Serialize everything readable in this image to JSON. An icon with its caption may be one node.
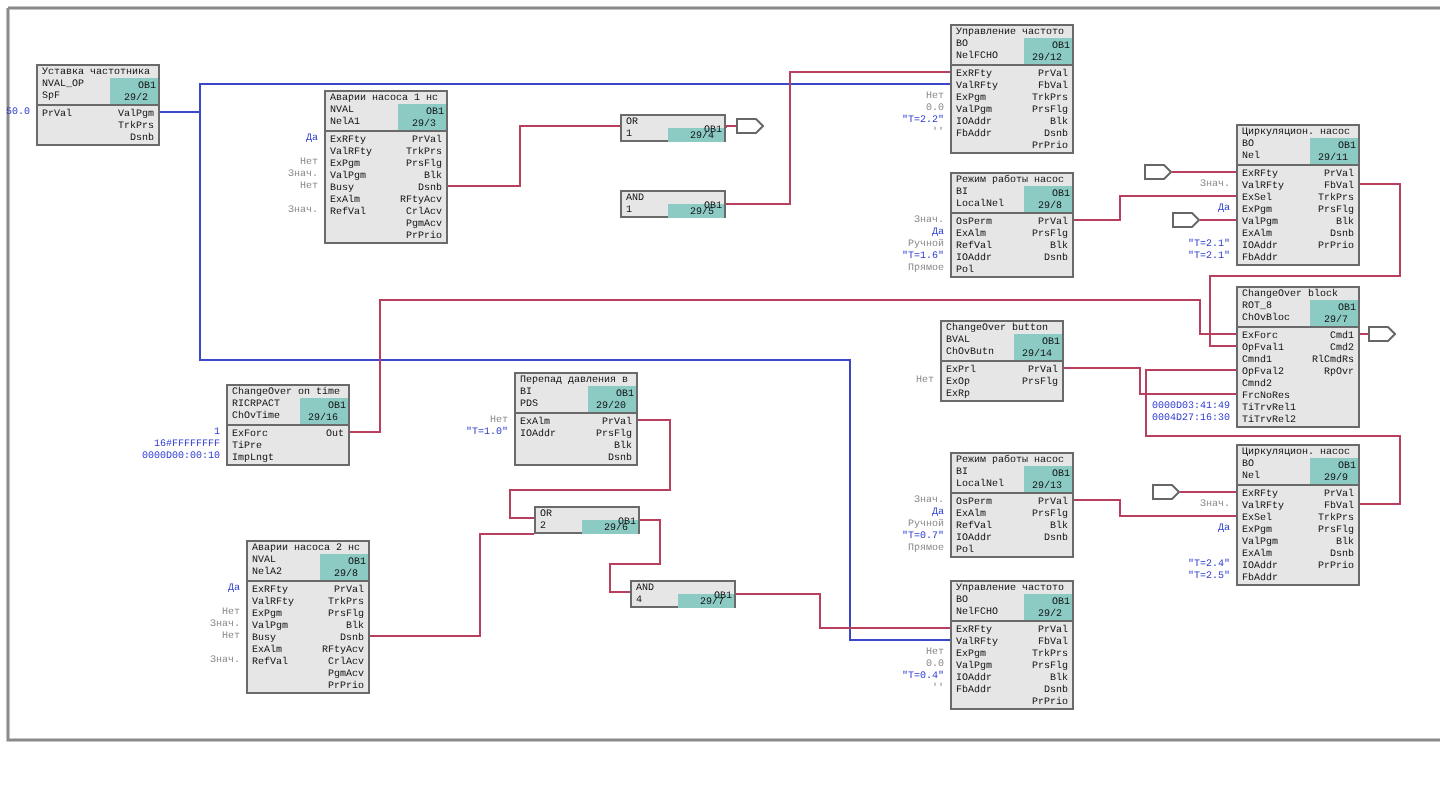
{
  "diagram": {
    "nodes": [
      {
        "text": [
          "Уставка частотника",
          "NVAL_OP",
          "SpF",
          "OB1",
          "29/2",
          "PrVal",
          "ValPgm",
          "TrkPrs",
          "Dsnb"
        ],
        "beside": [
          "50.0"
        ]
      },
      {
        "text": [
          "Аварии насоса 1 нс",
          "NVAL",
          "NelA1",
          "OB1",
          "29/3",
          "ExRFty",
          "ValRFty",
          "ExPgm",
          "ValPgm",
          "Busy",
          "ExAlm",
          "RefVal",
          "PrVal",
          "TrkPrs",
          "PrsFlg",
          "Blk",
          "Dsnb",
          "RFtyAcv",
          "CrlAcv",
          "PgmAcv",
          "PrPrio"
        ],
        "beside": [
          "Да",
          "Нет",
          "Знач.",
          "Нет",
          "Знач."
        ]
      },
      {
        "text": [
          "OR",
          "1",
          "OB1",
          "29/4"
        ]
      },
      {
        "text": [
          "AND",
          "1",
          "OB1",
          "29/5"
        ]
      },
      {
        "text": [
          "Управление частото",
          "BO",
          "NelFCHO",
          "OB1",
          "29/12",
          "ExRFty",
          "ValRFty",
          "ExPgm",
          "ValPgm",
          "IOAddr",
          "FbAddr",
          "PrVal",
          "FbVal",
          "TrkPrs",
          "PrsFlg",
          "Blk",
          "Dsnb",
          "PrPrio"
        ],
        "beside": [
          "Нет",
          "0.0",
          "\"T=2.2\"",
          "''"
        ]
      },
      {
        "text": [
          "Режим работы насос",
          "BI",
          "LocalNel",
          "OB1",
          "29/8",
          "OsPerm",
          "ExAlm",
          "RefVal",
          "IOAddr",
          "Pol",
          "PrVal",
          "PrsFlg",
          "Blk",
          "Dsnb"
        ],
        "beside": [
          "Знач.",
          "Да",
          "Ручной",
          "\"T=1.6\"",
          "Прямое"
        ]
      },
      {
        "text": [
          "Циркуляцион. насос",
          "BO",
          "Nel",
          "OB1",
          "29/11",
          "ExRFty",
          "ValRFty",
          "ExSel",
          "ExPgm",
          "ValPgm",
          "ExAlm",
          "IOAddr",
          "FbAddr",
          "PrVal",
          "FbVal",
          "TrkPrs",
          "PrsFlg",
          "Blk",
          "Dsnb",
          "PrPrio"
        ],
        "beside": [
          "Знач.",
          "Да",
          "\"T=2.1\"",
          "\"T=2.1\""
        ]
      },
      {
        "text": [
          "ChangeOver block",
          "ROT_8",
          "ChOvBloc",
          "OB1",
          "29/7",
          "ExForc",
          "OpFval1",
          "Cmnd1",
          "OpFval2",
          "Cmnd2",
          "FrcNoRes",
          "TiTrvRel1",
          "TiTrvRel2",
          "Cmd1",
          "Cmd2",
          "RlCmdRs",
          "RpOvr"
        ],
        "beside": [
          "0000D03:41:49",
          "0004D27:16:30"
        ]
      },
      {
        "text": [
          "ChangeOver button",
          "BVAL",
          "ChOvButn",
          "OB1",
          "29/14",
          "ExPrl",
          "ExOp",
          "ExRp",
          "PrVal",
          "PrsFlg"
        ],
        "beside": [
          "Нет"
        ]
      },
      {
        "text": [
          "ChangeOver on time",
          "RICRPACT",
          "ChOvTime",
          "OB1",
          "29/16",
          "ExForc",
          "TiPre",
          "ImpLngt",
          "Out"
        ],
        "beside": [
          "1",
          "16#FFFFFFFF",
          "0000D00:00:10"
        ]
      },
      {
        "text": [
          "Перепад давления в",
          "BI",
          "PDS",
          "OB1",
          "29/20",
          "ExAlm",
          "IOAddr",
          "PrVal",
          "PrsFlg",
          "Blk",
          "Dsnb"
        ],
        "beside": [
          "Нет",
          "\"T=1.0\""
        ]
      },
      {
        "text": [
          "Аварии насоса 2 нс",
          "NVAL",
          "NelA2",
          "OB1",
          "29/8",
          "ExRFty",
          "ValRFty",
          "ExPgm",
          "ValPgm",
          "Busy",
          "ExAlm",
          "RefVal",
          "PrVal",
          "TrkPrs",
          "PrsFlg",
          "Blk",
          "Dsnb",
          "RFtyAcv",
          "CrlAcv",
          "PgmAcv",
          "PrPrio"
        ],
        "beside": [
          "Да",
          "Нет",
          "Знач.",
          "Нет",
          "Знач."
        ]
      },
      {
        "text": [
          "OR",
          "2",
          "OB1",
          "29/6"
        ]
      },
      {
        "text": [
          "AND",
          "4",
          "OB1",
          "29/7"
        ]
      },
      {
        "text": [
          "Режим работы насос",
          "BI",
          "LocalNel",
          "OB1",
          "29/13",
          "OsPerm",
          "ExAlm",
          "RefVal",
          "IOAddr",
          "Pol",
          "PrVal",
          "PrsFlg",
          "Blk",
          "Dsnb"
        ],
        "beside": [
          "Знач.",
          "Да",
          "Ручной",
          "\"T=0.7\"",
          "Прямое"
        ]
      },
      {
        "text": [
          "Управление частото",
          "BO",
          "NelFCHO",
          "OB1",
          "29/2",
          "ExRFty",
          "ValRFty",
          "ExPgm",
          "ValPgm",
          "IOAddr",
          "FbAddr",
          "PrVal",
          "FbVal",
          "TrkPrs",
          "PrsFlg",
          "Blk",
          "Dsnb",
          "PrPrio"
        ],
        "beside": [
          "Нет",
          "0.0",
          "\"T=0.4\"",
          "''"
        ]
      },
      {
        "text": [
          "Циркуляцион. насос",
          "BO",
          "Nel",
          "OB1",
          "29/9",
          "ExRFty",
          "ValRFty",
          "ExSel",
          "ExPgm",
          "ValPgm",
          "ExAlm",
          "IOAddr",
          "FbAddr",
          "PrVal",
          "FbVal",
          "TrkPrs",
          "PrsFlg",
          "Blk",
          "Dsnb",
          "PrPrio"
        ],
        "beside": [
          "Знач.",
          "Да",
          "\"T=2.4\"",
          "\"T=2.5\""
        ]
      },
      {
        "text": [],
        "shape": "pentagon"
      },
      {
        "text": [],
        "shape": "pentagon"
      },
      {
        "text": [],
        "shape": "pentagon"
      },
      {
        "text": [],
        "shape": "pentagon"
      },
      {
        "text": [],
        "shape": "pentagon"
      }
    ],
    "edges": [
      {
        "from": 0,
        "to": 4,
        "arrow": "none",
        "color": "#3b46c8"
      },
      {
        "from": 0,
        "to": 15,
        "arrow": "none",
        "color": "#3b46c8"
      },
      {
        "from": 1,
        "to": 2,
        "arrow": "none"
      },
      {
        "from": 2,
        "to": 17,
        "arrow": "none"
      },
      {
        "from": 3,
        "to": 4,
        "arrow": "none"
      },
      {
        "from": 5,
        "to": 6,
        "arrow": "none"
      },
      {
        "from": 18,
        "to": 6,
        "arrow": "none"
      },
      {
        "from": 19,
        "to": 6,
        "arrow": "none"
      },
      {
        "from": 6,
        "to": 7,
        "arrow": "none"
      },
      {
        "from": 7,
        "to": 20,
        "arrow": "none"
      },
      {
        "from": 8,
        "to": 7,
        "arrow": "none"
      },
      {
        "from": 9,
        "to": 7,
        "arrow": "none"
      },
      {
        "from": 10,
        "to": 12,
        "arrow": "none"
      },
      {
        "from": 11,
        "to": 12,
        "arrow": "none"
      },
      {
        "from": 12,
        "to": 13,
        "arrow": "none"
      },
      {
        "from": 13,
        "to": 15,
        "arrow": "none"
      },
      {
        "from": 14,
        "to": 16,
        "arrow": "none"
      },
      {
        "from": 21,
        "to": 16,
        "arrow": "none"
      },
      {
        "from": 16,
        "to": 7,
        "arrow": "none"
      }
    ]
  }
}
